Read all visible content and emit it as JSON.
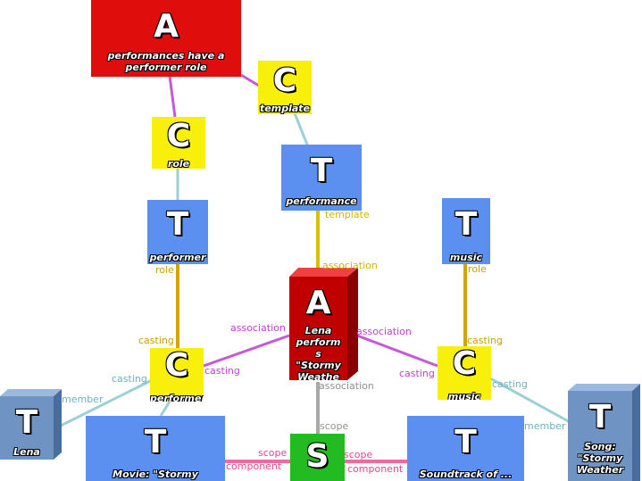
{
  "nodes": {
    "a_top": {
      "letter": "A",
      "caption": "performances have a performer role"
    },
    "c_template": {
      "letter": "C",
      "caption": "template"
    },
    "c_role": {
      "letter": "C",
      "caption": "role"
    },
    "t_performance": {
      "letter": "T",
      "caption": "performance"
    },
    "t_performer": {
      "letter": "T",
      "caption": "performer"
    },
    "t_music": {
      "letter": "T",
      "caption": "music"
    },
    "a_center": {
      "letter": "A",
      "caption": "Lena perform s \"Stormy Weathe r\""
    },
    "c_performer": {
      "letter": "C",
      "caption": "performer"
    },
    "c_music": {
      "letter": "C",
      "caption": "music"
    },
    "t_lena": {
      "letter": "T",
      "caption": "Lena"
    },
    "t_movie": {
      "letter": "T",
      "caption": "Movie: \"Stormy"
    },
    "s_scope": {
      "letter": "S",
      "caption": ""
    },
    "t_soundtrack": {
      "letter": "T",
      "caption": "Soundtrack of ..."
    },
    "t_song": {
      "letter": "T",
      "caption": "Song: \"Stormy Weather"
    }
  },
  "edge_labels": {
    "template": "template",
    "role_left": "role",
    "role_right": "role",
    "association_top": "association",
    "association_left": "association",
    "association_right": "association",
    "association_bottom": "association",
    "casting_left_top": "casting",
    "casting_left_mid": "casting",
    "casting_left_far": "casting",
    "casting_right_top": "casting",
    "casting_right_mid": "casting",
    "casting_right_far": "casting",
    "member_left": "member",
    "member_right": "member",
    "scope_top": "scope",
    "scope_left": "scope",
    "scope_right": "scope",
    "component_left": "component",
    "component_right": "component"
  },
  "colors": {
    "purple": "#c45ad8",
    "teal": "#9cd0d6",
    "olive": "#d4a400",
    "yellow_line": "#d8c000",
    "grey": "#a8a8a8",
    "pink": "#ee6aa0"
  }
}
